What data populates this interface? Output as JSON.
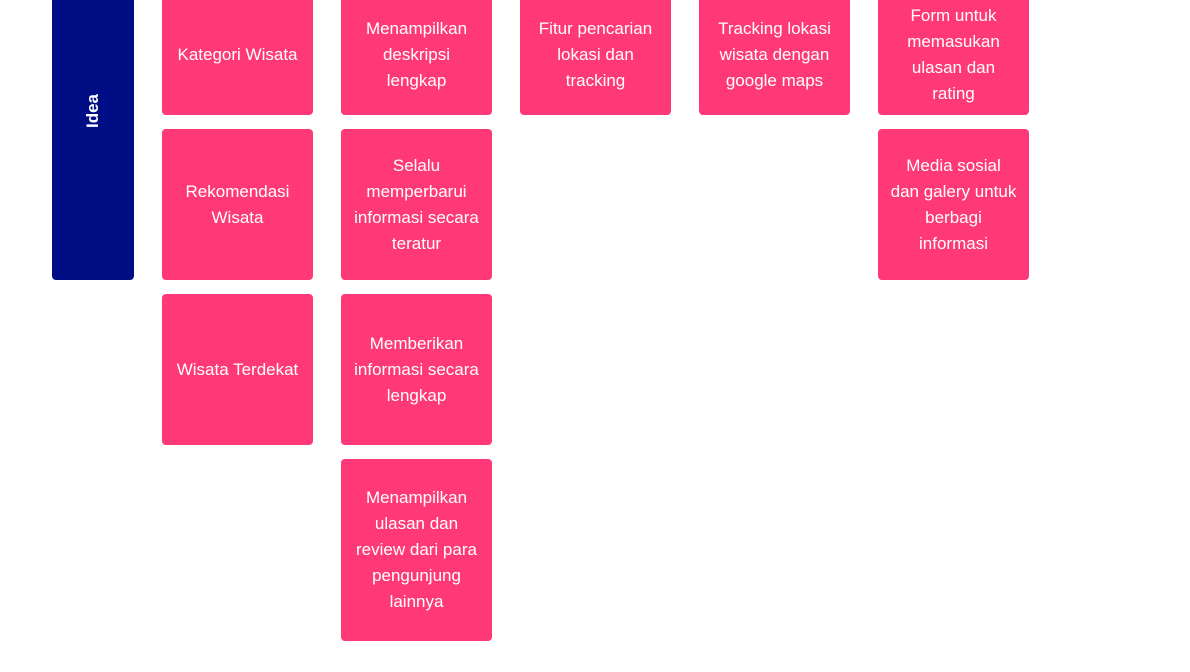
{
  "row_label": "Idea",
  "columns": [
    {
      "notes": [
        "Kategori Wisata",
        "Rekomendasi Wisata",
        "Wisata Terdekat"
      ]
    },
    {
      "notes": [
        "Menampilkan deskripsi lengkap",
        "Selalu memperbarui informasi secara teratur",
        "Memberikan informasi secara lengkap",
        "Menampilkan ulasan dan review dari para pengunjung lainnya"
      ]
    },
    {
      "notes": [
        "Fitur pencarian lokasi dan tracking"
      ]
    },
    {
      "notes": [
        "Tracking lokasi wisata dengan google maps"
      ]
    },
    {
      "notes": [
        "Form untuk memasukan ulasan dan rating",
        "Media sosial dan galery untuk berbagi informasi"
      ]
    }
  ],
  "colors": {
    "label_bar": "#000e85",
    "sticky_note": "#ff3878",
    "note_text": "#ffffff",
    "background": "#ffffff"
  }
}
